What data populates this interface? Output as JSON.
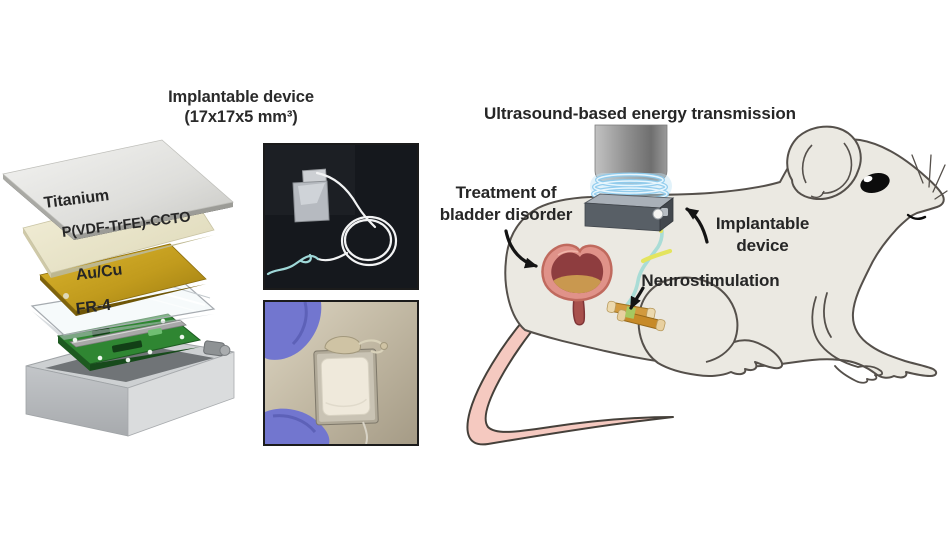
{
  "figure": {
    "device_stack": {
      "layers": [
        {
          "label": "Titanium"
        },
        {
          "label": "P(VDF-TrFE)-CCTO"
        },
        {
          "label": "Au/Cu"
        },
        {
          "label": "FR-4"
        }
      ]
    },
    "device_photos": {
      "title_line1": "Implantable device",
      "title_line2": "(17x17x5 mm³)"
    },
    "rat_diagram": {
      "title": "Ultrasound-based energy transmission",
      "treatment_label_line1": "Treatment of",
      "treatment_label_line2": "bladder disorder",
      "implantable_label_line1": "Implantable",
      "implantable_label_line2": "device",
      "neurostimulation_label": "Neurostimulation"
    },
    "colors": {
      "titanium_plate": "#d9d9d6",
      "piezo_layer": "#ece8cf",
      "gold_layer": "#c19b1d",
      "pcb_green": "#2f8632",
      "housing_gray": "#cdd0d2",
      "rat_body": "#ebe9e2",
      "tail_pink": "#f5c9c0",
      "ultrasound_blue": "#8fccee",
      "wire_yellow": "#e4e45e",
      "wire_teal": "#a9dcd6",
      "electrode_gold": "#d29a3e",
      "bladder_pink": "#e09289",
      "glove_purple": "#7276cf"
    }
  }
}
